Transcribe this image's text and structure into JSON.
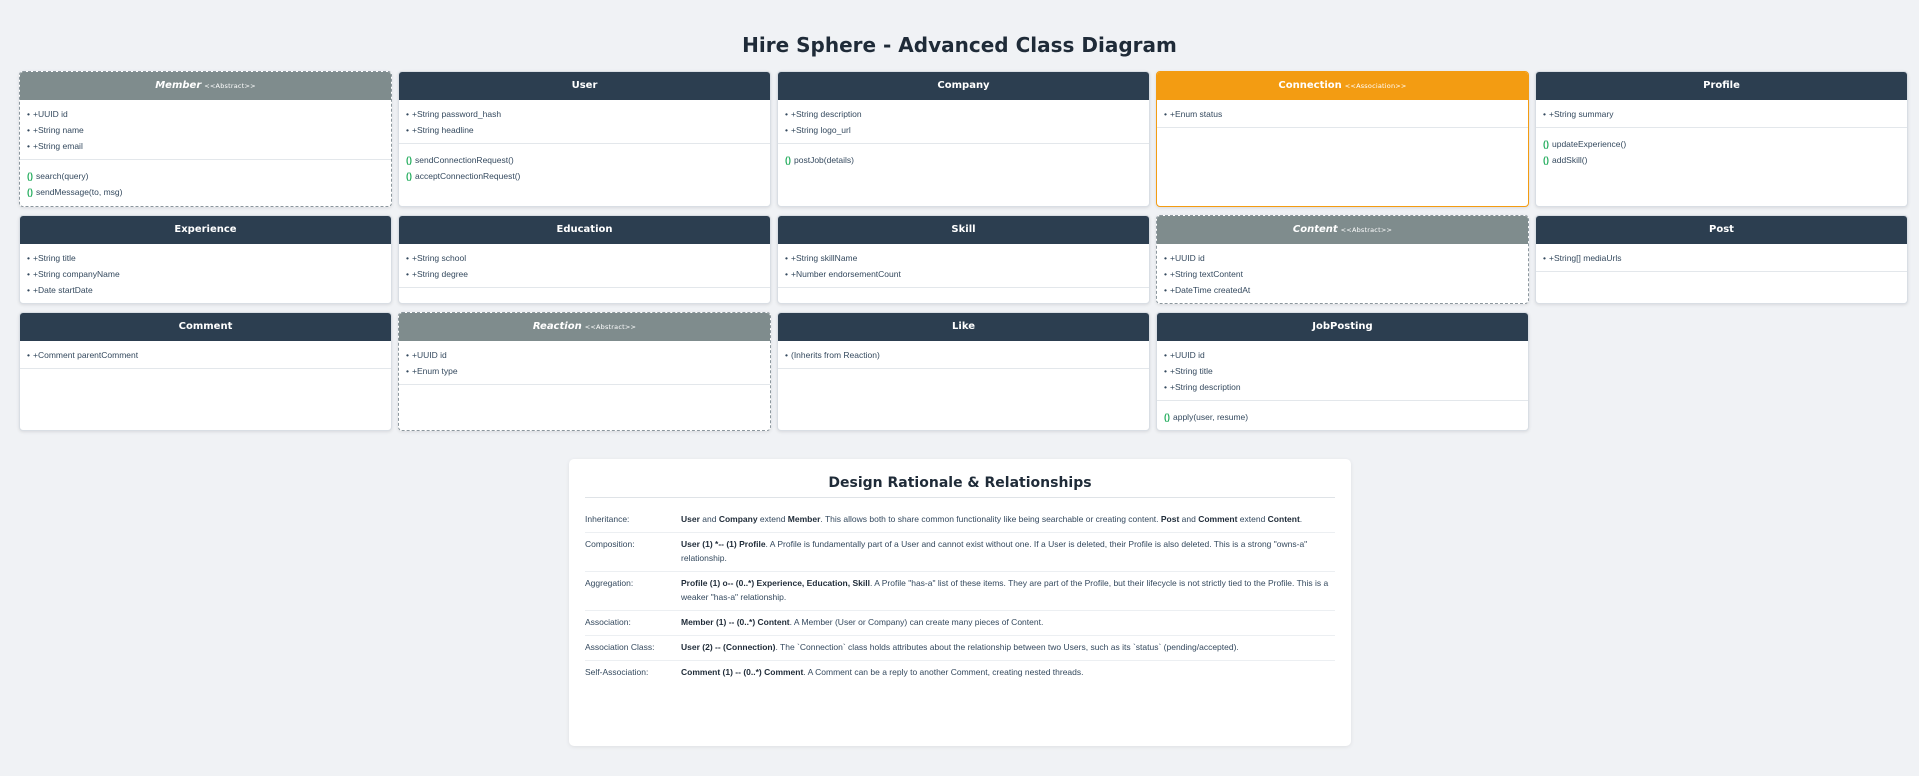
{
  "title": "Hire Sphere - Advanced Class Diagram",
  "classes": [
    {
      "name": "Member",
      "kind": "abstract",
      "stereotype": "<<Abstract>>",
      "attributes": [
        "+UUID id",
        "+String name",
        "+String email"
      ],
      "methods": [
        "search(query)",
        "sendMessage(to, msg)"
      ]
    },
    {
      "name": "User",
      "kind": "normal",
      "stereotype": "",
      "attributes": [
        "+String password_hash",
        "+String headline"
      ],
      "methods": [
        "sendConnectionRequest()",
        "acceptConnectionRequest()"
      ]
    },
    {
      "name": "Company",
      "kind": "normal",
      "stereotype": "",
      "attributes": [
        "+String description",
        "+String logo_url"
      ],
      "methods": [
        "postJob(details)"
      ]
    },
    {
      "name": "Connection",
      "kind": "assoc",
      "stereotype": "<<Association>>",
      "attributes": [
        "+Enum status"
      ],
      "methods": []
    },
    {
      "name": "Profile",
      "kind": "normal",
      "stereotype": "",
      "attributes": [
        "+String summary"
      ],
      "methods": [
        "updateExperience()",
        "addSkill()"
      ]
    },
    {
      "name": "Experience",
      "kind": "normal",
      "stereotype": "",
      "attributes": [
        "+String title",
        "+String companyName",
        "+Date startDate"
      ],
      "methods": []
    },
    {
      "name": "Education",
      "kind": "normal",
      "stereotype": "",
      "attributes": [
        "+String school",
        "+String degree"
      ],
      "methods": []
    },
    {
      "name": "Skill",
      "kind": "normal",
      "stereotype": "",
      "attributes": [
        "+String skillName",
        "+Number endorsementCount"
      ],
      "methods": []
    },
    {
      "name": "Content",
      "kind": "abstract",
      "stereotype": "<<Abstract>>",
      "attributes": [
        "+UUID id",
        "+String textContent",
        "+DateTime createdAt"
      ],
      "methods": []
    },
    {
      "name": "Post",
      "kind": "normal",
      "stereotype": "",
      "attributes": [
        "+String[] mediaUrls"
      ],
      "methods": []
    },
    {
      "name": "Comment",
      "kind": "normal",
      "stereotype": "",
      "attributes": [
        "+Comment parentComment"
      ],
      "methods": []
    },
    {
      "name": "Reaction",
      "kind": "abstract",
      "stereotype": "<<Abstract>>",
      "attributes": [
        "+UUID id",
        "+Enum type"
      ],
      "methods": []
    },
    {
      "name": "Like",
      "kind": "normal",
      "stereotype": "",
      "attributes": [
        "(Inherits from Reaction)"
      ],
      "methods": []
    },
    {
      "name": "JobPosting",
      "kind": "normal",
      "stereotype": "",
      "attributes": [
        "+UUID id",
        "+String title",
        "+String description"
      ],
      "methods": [
        "apply(user, resume)"
      ]
    }
  ],
  "method_icon": "()",
  "bullet": "•",
  "rationale": {
    "title": "Design Rationale & Relationships",
    "rows": [
      {
        "label": "Inheritance:",
        "parts": [
          {
            "b": true,
            "t": "User"
          },
          {
            "b": false,
            "t": " and "
          },
          {
            "b": true,
            "t": "Company"
          },
          {
            "b": false,
            "t": " extend "
          },
          {
            "b": true,
            "t": "Member"
          },
          {
            "b": false,
            "t": ". This allows both to share common functionality like being searchable or creating content. "
          },
          {
            "b": true,
            "t": "Post"
          },
          {
            "b": false,
            "t": " and "
          },
          {
            "b": true,
            "t": "Comment"
          },
          {
            "b": false,
            "t": " extend "
          },
          {
            "b": true,
            "t": "Content"
          },
          {
            "b": false,
            "t": "."
          }
        ]
      },
      {
        "label": "Composition:",
        "parts": [
          {
            "b": true,
            "t": "User (1) *-- (1) Profile"
          },
          {
            "b": false,
            "t": ". A Profile is fundamentally part of a User and cannot exist without one. If a User is deleted, their Profile is also deleted. This is a strong \"owns-a\" relationship."
          }
        ]
      },
      {
        "label": "Aggregation:",
        "parts": [
          {
            "b": true,
            "t": "Profile (1) o-- (0..*) Experience, Education, Skill"
          },
          {
            "b": false,
            "t": ". A Profile \"has-a\" list of these items. They are part of the Profile, but their lifecycle is not strictly tied to the Profile. This is a weaker \"has-a\" relationship."
          }
        ]
      },
      {
        "label": "Association:",
        "parts": [
          {
            "b": true,
            "t": "Member (1) -- (0..*) Content"
          },
          {
            "b": false,
            "t": ". A Member (User or Company) can create many pieces of Content."
          }
        ]
      },
      {
        "label": "Association Class:",
        "parts": [
          {
            "b": true,
            "t": "User (2) -- (Connection)"
          },
          {
            "b": false,
            "t": ". The `Connection` class holds attributes about the relationship between two Users, such as its `status` (pending/accepted)."
          }
        ]
      },
      {
        "label": "Self-Association:",
        "parts": [
          {
            "b": true,
            "t": "Comment (1) -- (0..*) Comment"
          },
          {
            "b": false,
            "t": ". A Comment can be a reply to another Comment, creating nested threads."
          }
        ]
      }
    ]
  }
}
